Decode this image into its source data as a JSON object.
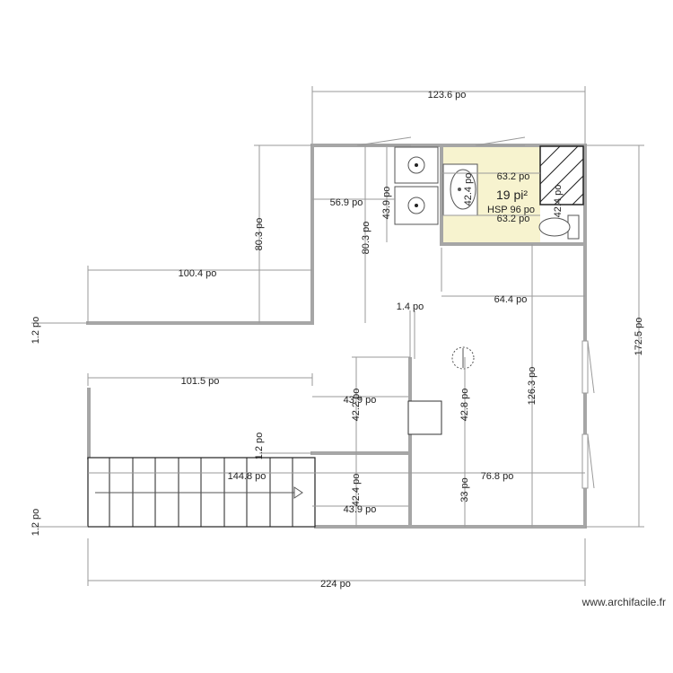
{
  "room": {
    "area": "19 pi²",
    "hsp": "HSP 96 po",
    "fill": "#f7f3cf"
  },
  "watermark": "www.archifacile.fr",
  "dimensions": [
    "123.6 po",
    "80.3 po",
    "100.4 po",
    "1.2 po",
    "101.5 po",
    "80.3 po",
    "56.9 po",
    "43.9 po",
    "63.2 po",
    "42.4 po",
    "42.4 po",
    "63.2 po",
    "64.4 po",
    "1.4 po",
    "172.5 po",
    "126.3 po",
    "43.9 po",
    "42.2 po",
    "42.8 po",
    "1.2 po",
    "144.8 po",
    "76.8 po",
    "42.4 po",
    "33 po",
    "43.9 po",
    "1.2 po",
    "224 po"
  ],
  "colors": {
    "wall": "#a6a6a6",
    "dimension": "#9a9a9a",
    "room": "#f7f3cf"
  }
}
